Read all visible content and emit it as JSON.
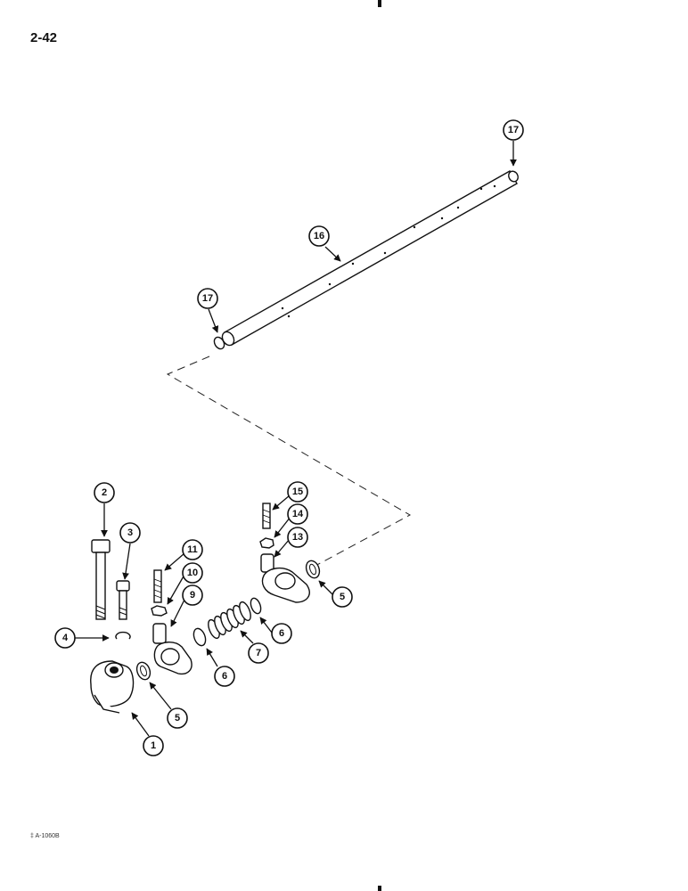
{
  "page": {
    "number": "2-42",
    "figure_code": "‡ A-1060B"
  },
  "callouts": {
    "c1": "1",
    "c2": "2",
    "c3": "3",
    "c4": "4",
    "c5a": "5",
    "c5b": "5",
    "c6a": "6",
    "c6b": "6",
    "c7": "7",
    "c9": "9",
    "c10": "10",
    "c11": "11",
    "c13": "13",
    "c14": "14",
    "c15": "15",
    "c16": "16",
    "c17a": "17",
    "c17b": "17"
  }
}
